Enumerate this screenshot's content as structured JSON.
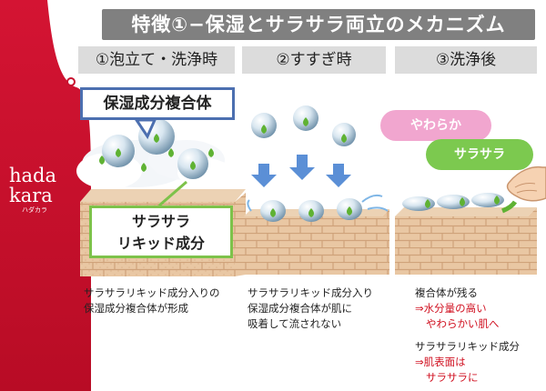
{
  "title": "特徴①−保湿とサラサラ両立のメカニズム",
  "columns": [
    {
      "heading": "①泡立て・洗浄時"
    },
    {
      "heading": "②すすぎ時"
    },
    {
      "heading": "③洗浄後"
    }
  ],
  "brand": {
    "line1": "hada",
    "line2": "kara",
    "kana": "ハダカラ"
  },
  "labels": {
    "complex": "保湿成分複合体",
    "liquid_line1": "サラサラ",
    "liquid_line2": "リキッド成分",
    "soft": "やわらか",
    "smooth": "サラサラ"
  },
  "captions": {
    "col1": [
      "サラサラリキッド成分入りの",
      "保湿成分複合体が形成"
    ],
    "col2": [
      "サラサラリキッド成分入り",
      "保湿成分複合体が肌に",
      "吸着して流されない"
    ],
    "col3": {
      "a_line1": "複合体が残る",
      "a_line2": "⇒水分量の高い",
      "a_line3": "やわらかい肌へ",
      "b_line1": "サラサラリキッド成分",
      "b_line2": "⇒肌表面は",
      "b_line3": "サラサラに"
    }
  },
  "colors": {
    "title_bg": "#808080",
    "heading_bg": "#dcdcdc",
    "brand_red": "#c8102e",
    "accent_red": "#d01020",
    "complex_border": "#4c6fb0",
    "liquid_border": "#7dc24a",
    "soft_pill": "#f1a6cf",
    "smooth_pill": "#7cc94f",
    "skin": "#e9c7a3",
    "arrow_blue": "#5b8fd6"
  }
}
